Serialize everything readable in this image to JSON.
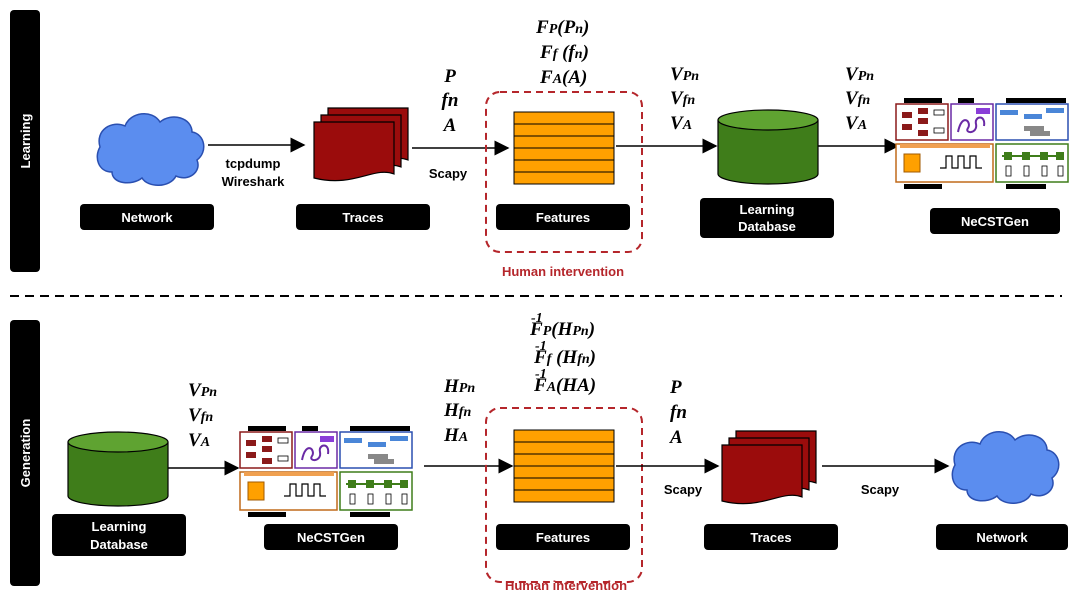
{
  "phases": {
    "learning": "Learning",
    "generation": "Generation"
  },
  "learning": {
    "network_label": "Network",
    "traces_label": "Traces",
    "features_label": "Features",
    "db_label_line1": "Learning",
    "db_label_line2": "Database",
    "necstgen_label": "NeCSTGen",
    "tool1": "tcpdump",
    "tool2": "Wireshark",
    "tool3": "Scapy",
    "human_intervention": "Human intervention",
    "in_vars": [
      "P",
      "fn",
      "A"
    ],
    "feat_funcs": {
      "f1_main": "F",
      "f1_sub": "P",
      "f1_arg": "(P",
      "f1_argsub": "n",
      "f1_close": ")",
      "f2_main": "F",
      "f2_sub": "f",
      "f2_arg": " (f",
      "f2_argsub": "n",
      "f2_close": ")",
      "f3_main": "F",
      "f3_sub": "A",
      "f3_arg": "(A)"
    },
    "vec_vars": {
      "v1": "V",
      "v1s": "Pn",
      "v2": "V",
      "v2s": "fn",
      "v3": "V",
      "v3s": "A"
    }
  },
  "generation": {
    "db_label_line1": "Learning",
    "db_label_line2": "Database",
    "necstgen_label": "NeCSTGen",
    "features_label": "Features",
    "traces_label": "Traces",
    "network_label": "Network",
    "tool1": "Scapy",
    "tool2": "Scapy",
    "human_intervention": "Human intervention",
    "vec_vars": {
      "v1": "V",
      "v1s": "Pn",
      "v2": "V",
      "v2s": "fn",
      "v3": "V",
      "v3s": "A"
    },
    "h_vars": {
      "h1": "H",
      "h1s": "Pn",
      "h2": "H",
      "h2s": "fn",
      "h3": "H",
      "h3s": "A"
    },
    "inv_funcs": {
      "exp": "-1",
      "g1_main": "F",
      "g1_sub": "P",
      "g1_arg": "(H",
      "g1_argsub": "Pn",
      "g1_close": ")",
      "g2_main": "F",
      "g2_sub": "f",
      "g2_arg": " (H",
      "g2_argsub": "fn",
      "g2_close": ")",
      "g3_main": "F",
      "g3_sub": "A",
      "g3_arg": "(HA)"
    },
    "out_vars": [
      "P",
      "fn",
      "A"
    ]
  },
  "colors": {
    "network": "#5b8def",
    "traces": "#9b0c0c",
    "features": "#ffa000",
    "database": "#3f7d1a",
    "human": "#b5262b",
    "label_bg": "#000000"
  }
}
